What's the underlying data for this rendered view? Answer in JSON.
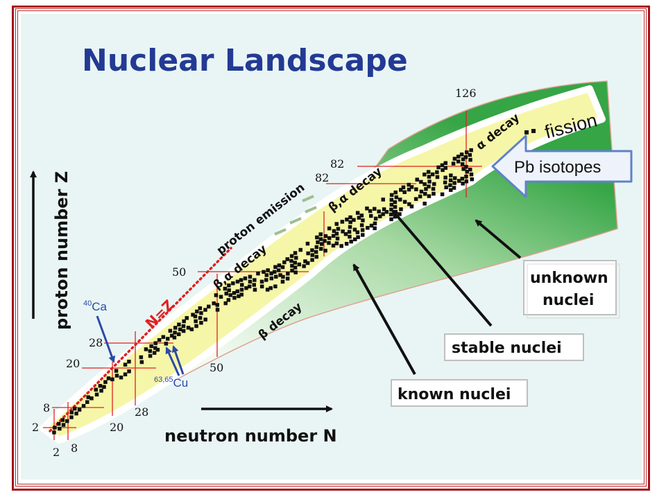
{
  "title": "Nuclear Landscape",
  "axes": {
    "y_label": "proton number Z",
    "x_label": "neutron number N"
  },
  "magic_numbers": {
    "z_side": [
      "2",
      "8",
      "20",
      "28",
      "50",
      "82",
      "126"
    ],
    "n_side": [
      "2",
      "8",
      "20",
      "28",
      "50",
      "82"
    ]
  },
  "regions": {
    "proton_emission": "proton emission",
    "beta_alpha_decay_1": "β,α decay",
    "beta_alpha_decay_2": "β,α decay",
    "beta_decay": "β decay",
    "alpha_decay": "α decay",
    "fission": "fission",
    "nz_line": "N=Z"
  },
  "isotopes": {
    "ca_mass": "40",
    "ca_symbol": "Ca",
    "cu_mass": "63,65",
    "cu_symbol": "Cu"
  },
  "callouts": {
    "pb": "Pb isotopes",
    "unknown_line1": "unknown",
    "unknown_line2": "nuclei",
    "stable": "stable nuclei",
    "known": "known nuclei"
  },
  "colors": {
    "frame": "#a4141b",
    "panel": "#e9f5f4",
    "title": "#233a94",
    "unknown_region": "#3aa646",
    "known_region": "#f6f6a8",
    "stable_nuclei": "#111111",
    "magic_lines": "#e02020",
    "pb_arrow": "#5f82c8"
  }
}
